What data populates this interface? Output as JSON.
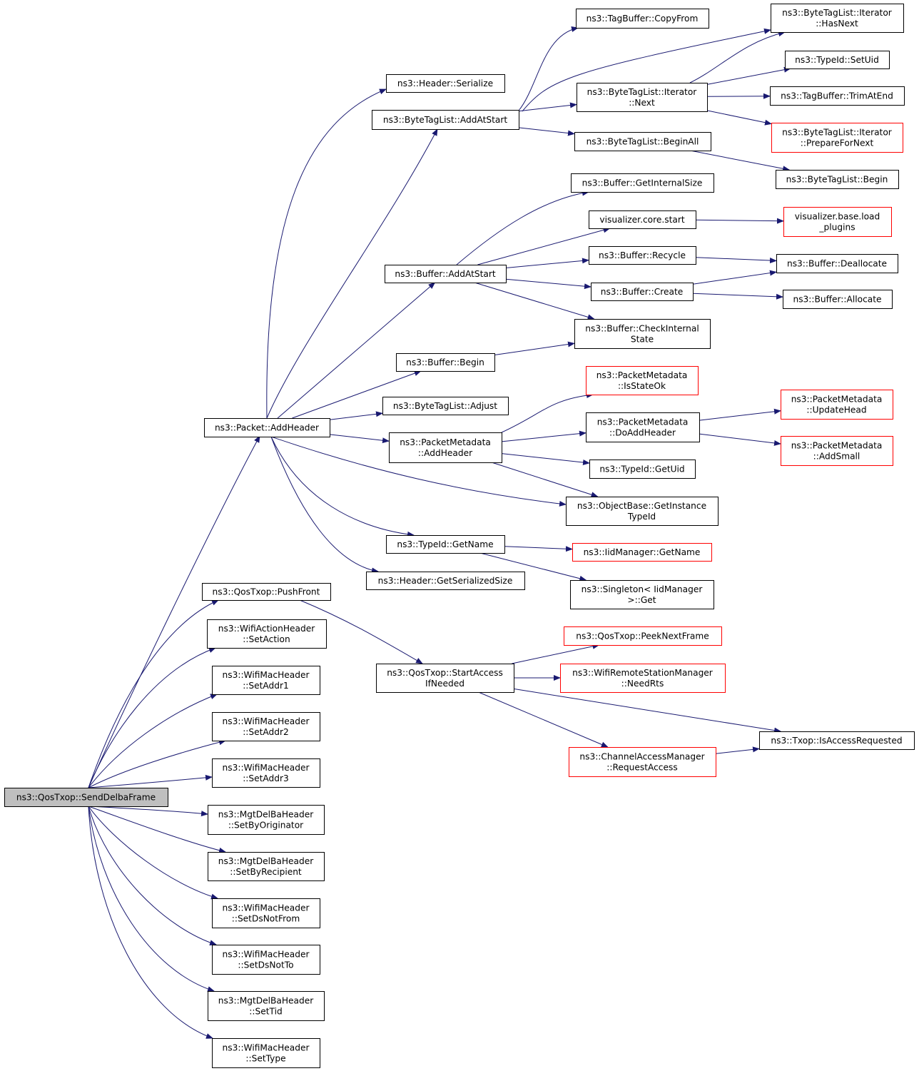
{
  "nodes": [
    {
      "id": "root",
      "lines": [
        "ns3::QosTxop::SendDelbaFrame"
      ],
      "color": "gray"
    },
    {
      "id": "addheader",
      "lines": [
        "ns3::Packet::AddHeader"
      ],
      "color": "black"
    },
    {
      "id": "pushfront",
      "lines": [
        "ns3::QosTxop::PushFront"
      ],
      "color": "black"
    },
    {
      "id": "setaction",
      "lines": [
        "ns3::WifiActionHeader",
        "::SetAction"
      ],
      "color": "black"
    },
    {
      "id": "setaddr1",
      "lines": [
        "ns3::WifiMacHeader",
        "::SetAddr1"
      ],
      "color": "black"
    },
    {
      "id": "setaddr2",
      "lines": [
        "ns3::WifiMacHeader",
        "::SetAddr2"
      ],
      "color": "black"
    },
    {
      "id": "setaddr3",
      "lines": [
        "ns3::WifiMacHeader",
        "::SetAddr3"
      ],
      "color": "black"
    },
    {
      "id": "setbyorig",
      "lines": [
        "ns3::MgtDelBaHeader",
        "::SetByOriginator"
      ],
      "color": "black"
    },
    {
      "id": "setbyrecip",
      "lines": [
        "ns3::MgtDelBaHeader",
        "::SetByRecipient"
      ],
      "color": "black"
    },
    {
      "id": "setdsnotfrom",
      "lines": [
        "ns3::WifiMacHeader",
        "::SetDsNotFrom"
      ],
      "color": "black"
    },
    {
      "id": "setdsnotto",
      "lines": [
        "ns3::WifiMacHeader",
        "::SetDsNotTo"
      ],
      "color": "black"
    },
    {
      "id": "settid",
      "lines": [
        "ns3::MgtDelBaHeader",
        "::SetTid"
      ],
      "color": "black"
    },
    {
      "id": "settype",
      "lines": [
        "ns3::WifiMacHeader",
        "::SetType"
      ],
      "color": "black"
    },
    {
      "id": "hdrserialize",
      "lines": [
        "ns3::Header::Serialize"
      ],
      "color": "black"
    },
    {
      "id": "btladdatstart",
      "lines": [
        "ns3::ByteTagList::AddAtStart"
      ],
      "color": "black"
    },
    {
      "id": "bufaddatstart",
      "lines": [
        "ns3::Buffer::AddAtStart"
      ],
      "color": "black"
    },
    {
      "id": "bufbegin",
      "lines": [
        "ns3::Buffer::Begin"
      ],
      "color": "black"
    },
    {
      "id": "btladjust",
      "lines": [
        "ns3::ByteTagList::Adjust"
      ],
      "color": "black"
    },
    {
      "id": "pmaddheader",
      "lines": [
        "ns3::PacketMetadata",
        "::AddHeader"
      ],
      "color": "black"
    },
    {
      "id": "typeidgetname",
      "lines": [
        "ns3::TypeId::GetName"
      ],
      "color": "black"
    },
    {
      "id": "hdrgetsersize",
      "lines": [
        "ns3::Header::GetSerializedSize"
      ],
      "color": "black"
    },
    {
      "id": "startaccess",
      "lines": [
        "ns3::QosTxop::StartAccess",
        "IfNeeded"
      ],
      "color": "black"
    },
    {
      "id": "tbcopyfrom",
      "lines": [
        "ns3::TagBuffer::CopyFrom"
      ],
      "color": "black"
    },
    {
      "id": "btlitnext",
      "lines": [
        "ns3::ByteTagList::Iterator",
        "::Next"
      ],
      "color": "black"
    },
    {
      "id": "btlbeginall",
      "lines": [
        "ns3::ByteTagList::BeginAll"
      ],
      "color": "black"
    },
    {
      "id": "bufgetinternalsize",
      "lines": [
        "ns3::Buffer::GetInternalSize"
      ],
      "color": "black"
    },
    {
      "id": "viscorestart",
      "lines": [
        "visualizer.core.start"
      ],
      "color": "black"
    },
    {
      "id": "bufrecycle",
      "lines": [
        "ns3::Buffer::Recycle"
      ],
      "color": "black"
    },
    {
      "id": "bufcreate",
      "lines": [
        "ns3::Buffer::Create"
      ],
      "color": "black"
    },
    {
      "id": "bufcheckinternal",
      "lines": [
        "ns3::Buffer::CheckInternal",
        "State"
      ],
      "color": "black"
    },
    {
      "id": "pmisstateok",
      "lines": [
        "ns3::PacketMetadata",
        "::IsStateOk"
      ],
      "color": "red"
    },
    {
      "id": "pmdoaddheader",
      "lines": [
        "ns3::PacketMetadata",
        "::DoAddHeader"
      ],
      "color": "black"
    },
    {
      "id": "typeidgetuid",
      "lines": [
        "ns3::TypeId::GetUid"
      ],
      "color": "black"
    },
    {
      "id": "objgetinstance",
      "lines": [
        "ns3::ObjectBase::GetInstance",
        "TypeId"
      ],
      "color": "black"
    },
    {
      "id": "iidgetname",
      "lines": [
        "ns3::IidManager::GetName"
      ],
      "color": "red"
    },
    {
      "id": "singletonget",
      "lines": [
        "ns3::Singleton< IidManager",
        ">::Get"
      ],
      "color": "black"
    },
    {
      "id": "peeknext",
      "lines": [
        "ns3::QosTxop::PeekNextFrame"
      ],
      "color": "red"
    },
    {
      "id": "needrts",
      "lines": [
        "ns3::WifiRemoteStationManager",
        "::NeedRts"
      ],
      "color": "red"
    },
    {
      "id": "requestaccess",
      "lines": [
        "ns3::ChannelAccessManager",
        "::RequestAccess"
      ],
      "color": "red"
    },
    {
      "id": "isaccessreq",
      "lines": [
        "ns3::Txop::IsAccessRequested"
      ],
      "color": "black"
    },
    {
      "id": "btlithasnext",
      "lines": [
        "ns3::ByteTagList::Iterator",
        "::HasNext"
      ],
      "color": "black"
    },
    {
      "id": "typeidsetuid",
      "lines": [
        "ns3::TypeId::SetUid"
      ],
      "color": "black"
    },
    {
      "id": "tbtrimatend",
      "lines": [
        "ns3::TagBuffer::TrimAtEnd"
      ],
      "color": "black"
    },
    {
      "id": "btlitprepare",
      "lines": [
        "ns3::ByteTagList::Iterator",
        "::PrepareForNext"
      ],
      "color": "red"
    },
    {
      "id": "btlbegin",
      "lines": [
        "ns3::ByteTagList::Begin"
      ],
      "color": "black"
    },
    {
      "id": "visloadplugins",
      "lines": [
        "visualizer.base.load",
        "_plugins"
      ],
      "color": "red"
    },
    {
      "id": "bufdeallocate",
      "lines": [
        "ns3::Buffer::Deallocate"
      ],
      "color": "black"
    },
    {
      "id": "bufallocate",
      "lines": [
        "ns3::Buffer::Allocate"
      ],
      "color": "black"
    },
    {
      "id": "pmupdatehead",
      "lines": [
        "ns3::PacketMetadata",
        "::UpdateHead"
      ],
      "color": "red"
    },
    {
      "id": "pmaddsmall",
      "lines": [
        "ns3::PacketMetadata",
        "::AddSmall"
      ],
      "color": "red"
    }
  ],
  "edges": [
    [
      "root",
      "addheader"
    ],
    [
      "root",
      "pushfront"
    ],
    [
      "root",
      "setaction"
    ],
    [
      "root",
      "setaddr1"
    ],
    [
      "root",
      "setaddr2"
    ],
    [
      "root",
      "setaddr3"
    ],
    [
      "root",
      "setbyorig"
    ],
    [
      "root",
      "setbyrecip"
    ],
    [
      "root",
      "setdsnotfrom"
    ],
    [
      "root",
      "setdsnotto"
    ],
    [
      "root",
      "settid"
    ],
    [
      "root",
      "settype"
    ],
    [
      "addheader",
      "hdrserialize"
    ],
    [
      "addheader",
      "btladdatstart"
    ],
    [
      "addheader",
      "bufaddatstart"
    ],
    [
      "addheader",
      "bufbegin"
    ],
    [
      "addheader",
      "btladjust"
    ],
    [
      "addheader",
      "pmaddheader"
    ],
    [
      "addheader",
      "objgetinstance"
    ],
    [
      "addheader",
      "typeidgetname"
    ],
    [
      "addheader",
      "hdrgetsersize"
    ],
    [
      "pushfront",
      "startaccess"
    ],
    [
      "btladdatstart",
      "tbcopyfrom"
    ],
    [
      "btladdatstart",
      "btlithasnext"
    ],
    [
      "btladdatstart",
      "btlitnext"
    ],
    [
      "btladdatstart",
      "btlbeginall"
    ],
    [
      "btlitnext",
      "btlithasnext"
    ],
    [
      "btlitnext",
      "typeidsetuid"
    ],
    [
      "btlitnext",
      "tbtrimatend"
    ],
    [
      "btlitnext",
      "btlitprepare"
    ],
    [
      "btlbeginall",
      "btlbegin"
    ],
    [
      "bufaddatstart",
      "bufgetinternalsize"
    ],
    [
      "bufaddatstart",
      "viscorestart"
    ],
    [
      "bufaddatstart",
      "bufrecycle"
    ],
    [
      "bufaddatstart",
      "bufcreate"
    ],
    [
      "bufaddatstart",
      "bufcheckinternal"
    ],
    [
      "viscorestart",
      "visloadplugins"
    ],
    [
      "bufrecycle",
      "bufdeallocate"
    ],
    [
      "bufcreate",
      "bufdeallocate"
    ],
    [
      "bufcreate",
      "bufallocate"
    ],
    [
      "bufbegin",
      "bufcheckinternal"
    ],
    [
      "pmaddheader",
      "pmisstateok"
    ],
    [
      "pmaddheader",
      "pmdoaddheader"
    ],
    [
      "pmaddheader",
      "typeidgetuid"
    ],
    [
      "pmaddheader",
      "objgetinstance"
    ],
    [
      "pmdoaddheader",
      "pmupdatehead"
    ],
    [
      "pmdoaddheader",
      "pmaddsmall"
    ],
    [
      "typeidgetname",
      "iidgetname"
    ],
    [
      "typeidgetname",
      "singletonget"
    ],
    [
      "startaccess",
      "peeknext"
    ],
    [
      "startaccess",
      "needrts"
    ],
    [
      "startaccess",
      "isaccessreq"
    ],
    [
      "startaccess",
      "requestaccess"
    ],
    [
      "requestaccess",
      "isaccessreq"
    ]
  ]
}
